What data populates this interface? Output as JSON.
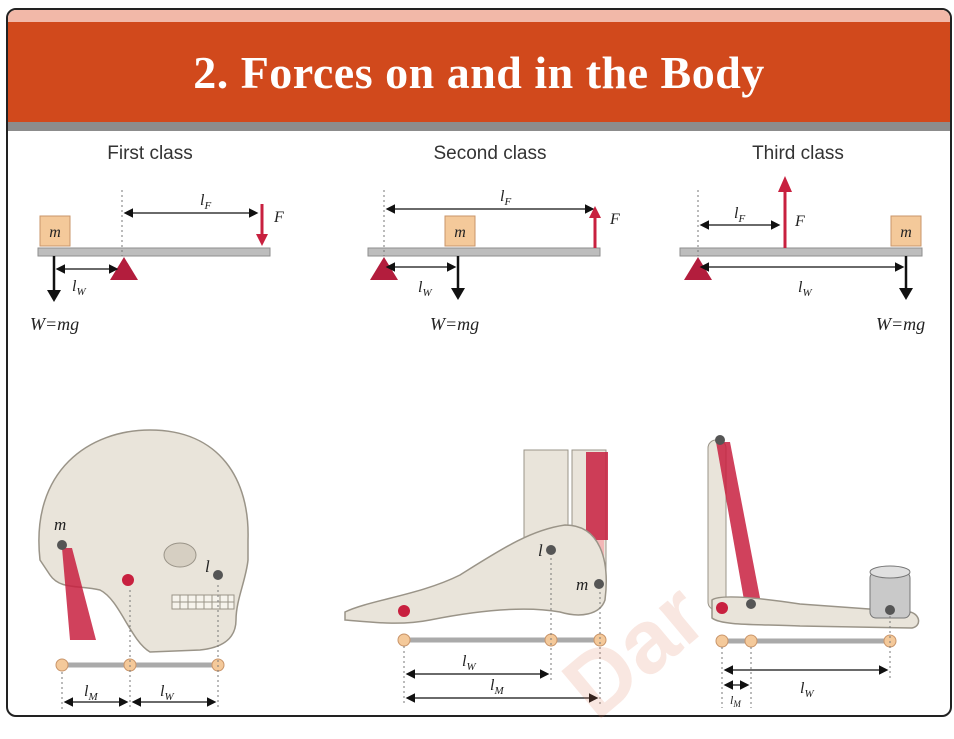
{
  "slide": {
    "title": "2. Forces on and in the Body",
    "watermark": "Dar"
  },
  "colors": {
    "banner": "#d1491c",
    "top_strip": "#f2b8a8",
    "divider": "#8c8c8c",
    "force_arrow": "#c8203f",
    "fulcrum": "#b31d3d",
    "mass_box": "#f4c99a",
    "bone": "#e9e4da"
  },
  "levers": [
    {
      "title": "First class",
      "mass_label": "m",
      "force_label": "F",
      "lf_label": "l",
      "lf_sub": "F",
      "lw_label": "l",
      "lw_sub": "W",
      "weight_label": "W=mg"
    },
    {
      "title": "Second class",
      "mass_label": "m",
      "force_label": "F",
      "lf_label": "l",
      "lf_sub": "F",
      "lw_label": "l",
      "lw_sub": "W",
      "weight_label": "W=mg"
    },
    {
      "title": "Third class",
      "mass_label": "m",
      "force_label": "F",
      "lf_label": "l",
      "lf_sub": "F",
      "lw_label": "l",
      "lw_sub": "W",
      "weight_label": "W=mg"
    }
  ],
  "anatomy": {
    "skull": {
      "m_label": "m",
      "l_label": "l",
      "lm_label": "l",
      "lm_sub": "M",
      "lw_label": "l",
      "lw_sub": "W"
    },
    "foot": {
      "m_label": "m",
      "l_label": "l",
      "lw_label": "l",
      "lw_sub": "W",
      "lm_label": "l",
      "lm_sub": "M"
    },
    "arm": {
      "lm_label": "l",
      "lm_sub": "M",
      "lw_label": "l",
      "lw_sub": "W"
    }
  }
}
